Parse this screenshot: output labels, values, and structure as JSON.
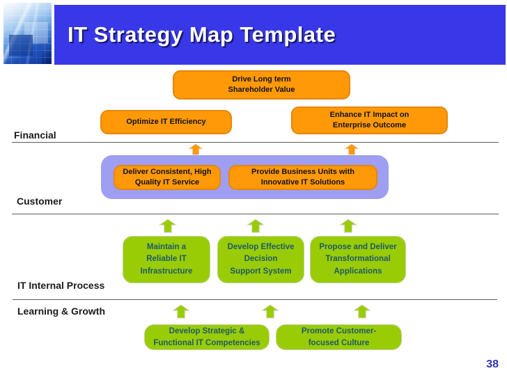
{
  "title": "IT Strategy Map Template",
  "page_number": "38",
  "sections": {
    "financial": "Financial",
    "customer": "Customer",
    "process": "IT Internal Process",
    "growth": "Learning & Growth"
  },
  "boxes": {
    "drive_value": "Drive Long term\nShareholder Value",
    "optimize_efficiency": "Optimize IT Efficiency",
    "enhance_impact": "Enhance IT Impact on\nEnterprise Outcome",
    "deliver_service": "Deliver Consistent, High\nQuality IT Service",
    "provide_solutions": "Provide Business Units with\nInnovative IT Solutions",
    "maintain_infrastructure": "Maintain a\nReliable IT\nInfrastructure",
    "develop_dss": "Develop Effective\nDecision\nSupport System",
    "propose_applications": "Propose and Deliver\nTransformational\nApplications",
    "develop_competencies": "Develop Strategic &\nFunctional IT Competencies",
    "promote_culture": "Promote Customer-\nfocused Culture"
  },
  "colors": {
    "header_blue": "#3838e8",
    "orange": "#ff9908",
    "orange_border": "#e8860a",
    "green": "#99cc05",
    "green_text": "#1c5a6b",
    "purple": "#9e9ef2",
    "page_number_blue": "#3333bb"
  }
}
